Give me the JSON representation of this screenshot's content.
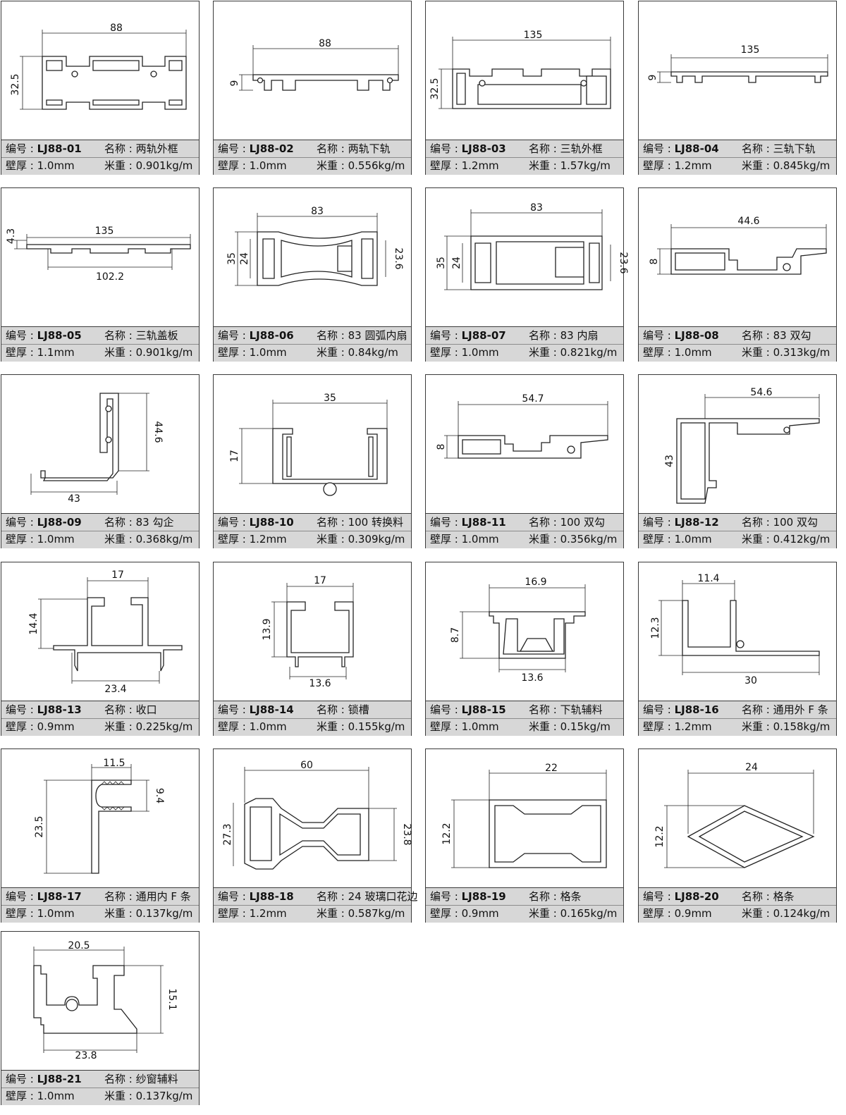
{
  "labels": {
    "code": "编号 : ",
    "name": "名称 : ",
    "wall": "壁厚 : ",
    "weight": "米重 : "
  },
  "cards": [
    {
      "code": "LJ88-01",
      "name": "两轨外框",
      "wall": "1.0mm",
      "weight": "0.901kg/m",
      "dims": [
        "88",
        "32.5"
      ]
    },
    {
      "code": "LJ88-02",
      "name": "两轨下轨",
      "wall": "1.0mm",
      "weight": "0.556kg/m",
      "dims": [
        "88",
        "9"
      ]
    },
    {
      "code": "LJ88-03",
      "name": "三轨外框",
      "wall": "1.2mm",
      "weight": "1.57kg/m",
      "dims": [
        "135",
        "32.5"
      ]
    },
    {
      "code": "LJ88-04",
      "name": "三轨下轨",
      "wall": "1.2mm",
      "weight": "0.845kg/m",
      "dims": [
        "135",
        "9"
      ]
    },
    {
      "code": "LJ88-05",
      "name": "三轨盖板",
      "wall": "1.1mm",
      "weight": "0.901kg/m",
      "dims": [
        "135",
        "102.2",
        "4.3"
      ]
    },
    {
      "code": "LJ88-06",
      "name": "83 圆弧内扇",
      "wall": "1.0mm",
      "weight": "0.84kg/m",
      "dims": [
        "83",
        "35",
        "24",
        "23.6"
      ]
    },
    {
      "code": "LJ88-07",
      "name": "83 内扇",
      "wall": "1.0mm",
      "weight": "0.821kg/m",
      "dims": [
        "83",
        "35",
        "24",
        "23.6"
      ]
    },
    {
      "code": "LJ88-08",
      "name": "83 双勾",
      "wall": "1.0mm",
      "weight": "0.313kg/m",
      "dims": [
        "44.6",
        "8"
      ]
    },
    {
      "code": "LJ88-09",
      "name": "83 勾企",
      "wall": "1.0mm",
      "weight": "0.368kg/m",
      "dims": [
        "44.6",
        "43"
      ]
    },
    {
      "code": "LJ88-10",
      "name": "100 转换料",
      "wall": "1.2mm",
      "weight": "0.309kg/m",
      "dims": [
        "35",
        "17"
      ]
    },
    {
      "code": "LJ88-11",
      "name": "100 双勾",
      "wall": "1.0mm",
      "weight": "0.356kg/m",
      "dims": [
        "54.7",
        "8"
      ]
    },
    {
      "code": "LJ88-12",
      "name": "100 双勾",
      "wall": "1.0mm",
      "weight": "0.412kg/m",
      "dims": [
        "54.6",
        "43"
      ]
    },
    {
      "code": "LJ88-13",
      "name": "收口",
      "wall": "0.9mm",
      "weight": "0.225kg/m",
      "dims": [
        "17",
        "14.4",
        "23.4"
      ]
    },
    {
      "code": "LJ88-14",
      "name": "锁槽",
      "wall": "1.0mm",
      "weight": "0.155kg/m",
      "dims": [
        "17",
        "13.9",
        "13.6"
      ]
    },
    {
      "code": "LJ88-15",
      "name": "下轨辅料",
      "wall": "1.0mm",
      "weight": "0.15kg/m",
      "dims": [
        "16.9",
        "8.7",
        "13.6"
      ]
    },
    {
      "code": "LJ88-16",
      "name": "通用外 F 条",
      "wall": "1.2mm",
      "weight": "0.158kg/m",
      "dims": [
        "11.4",
        "12.3",
        "30"
      ]
    },
    {
      "code": "LJ88-17",
      "name": "通用内 F 条",
      "wall": "1.0mm",
      "weight": "0.137kg/m",
      "dims": [
        "11.5",
        "9.4",
        "23.5"
      ]
    },
    {
      "code": "LJ88-18",
      "name": "24 玻璃口花边",
      "wall": "1.2mm",
      "weight": "0.587kg/m",
      "dims": [
        "60",
        "27.3",
        "23.8"
      ]
    },
    {
      "code": "LJ88-19",
      "name": "格条",
      "wall": "0.9mm",
      "weight": "0.165kg/m",
      "dims": [
        "22",
        "12.2"
      ]
    },
    {
      "code": "LJ88-20",
      "name": "格条",
      "wall": "0.9mm",
      "weight": "0.124kg/m",
      "dims": [
        "24",
        "12.2"
      ]
    },
    {
      "code": "LJ88-21",
      "name": "纱窗辅料",
      "wall": "1.0mm",
      "weight": "0.137kg/m",
      "dims": [
        "20.5",
        "15.1",
        "23.8"
      ]
    }
  ]
}
